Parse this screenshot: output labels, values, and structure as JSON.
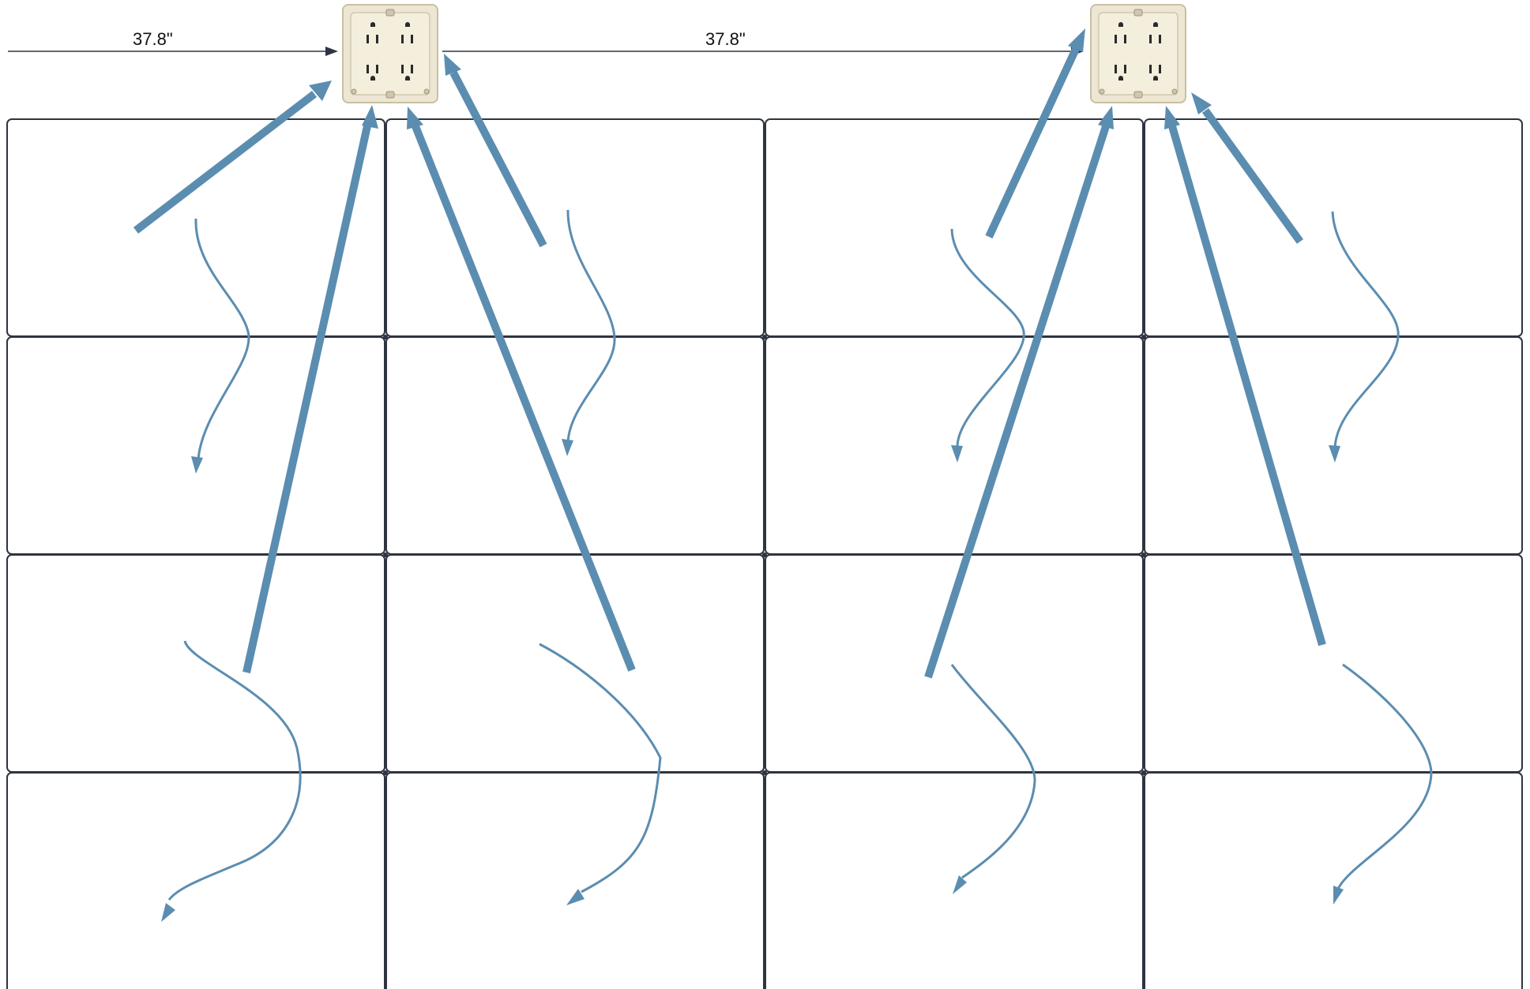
{
  "diagram": {
    "dimensions": [
      {
        "label": "37.8\""
      },
      {
        "label": "37.8\""
      }
    ],
    "grid": {
      "rows": 4,
      "columns": 4
    },
    "outlets": [
      {
        "kind": "quad-receptacle"
      },
      {
        "kind": "quad-receptacle"
      }
    ],
    "colors": {
      "arrow": "#5b8db0",
      "panel_border": "#2e3440",
      "outlet_plate": "#ede6d3"
    }
  }
}
